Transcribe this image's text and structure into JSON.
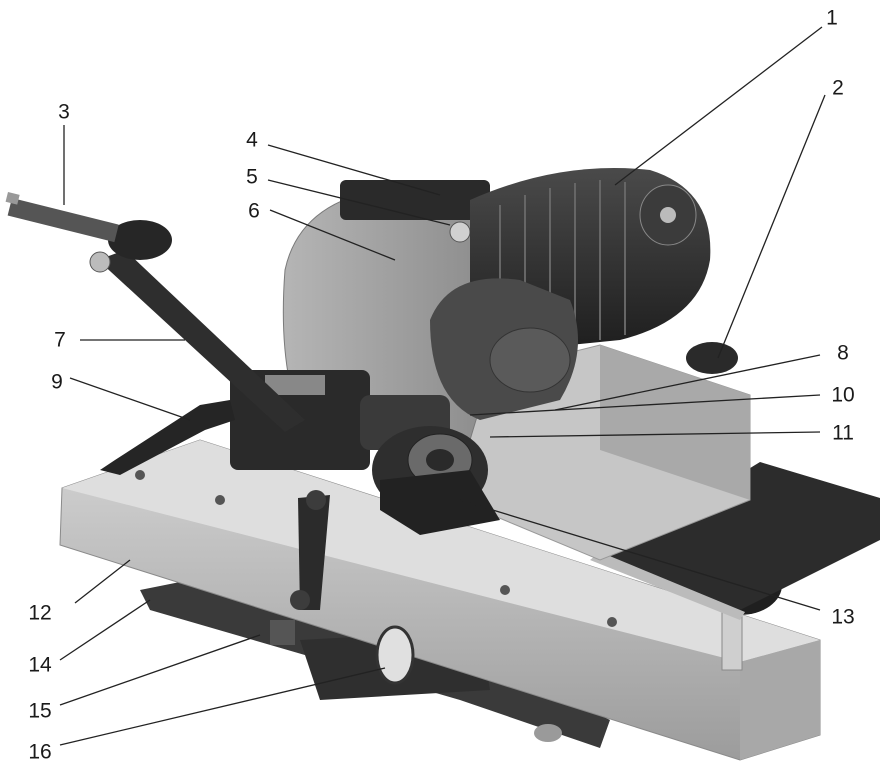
{
  "figure": {
    "subject": "machine-illustration",
    "callout_labels": [
      "1",
      "2",
      "3",
      "4",
      "5",
      "6",
      "7",
      "8",
      "9",
      "10",
      "11",
      "12",
      "13",
      "14",
      "15",
      "16"
    ]
  },
  "colors": {
    "dark_metal": "#2b2b2b",
    "mid_metal": "#6f6f6f",
    "light_metal": "#c9c9c9",
    "base": "#bdbdbd",
    "leader": "#222222"
  }
}
